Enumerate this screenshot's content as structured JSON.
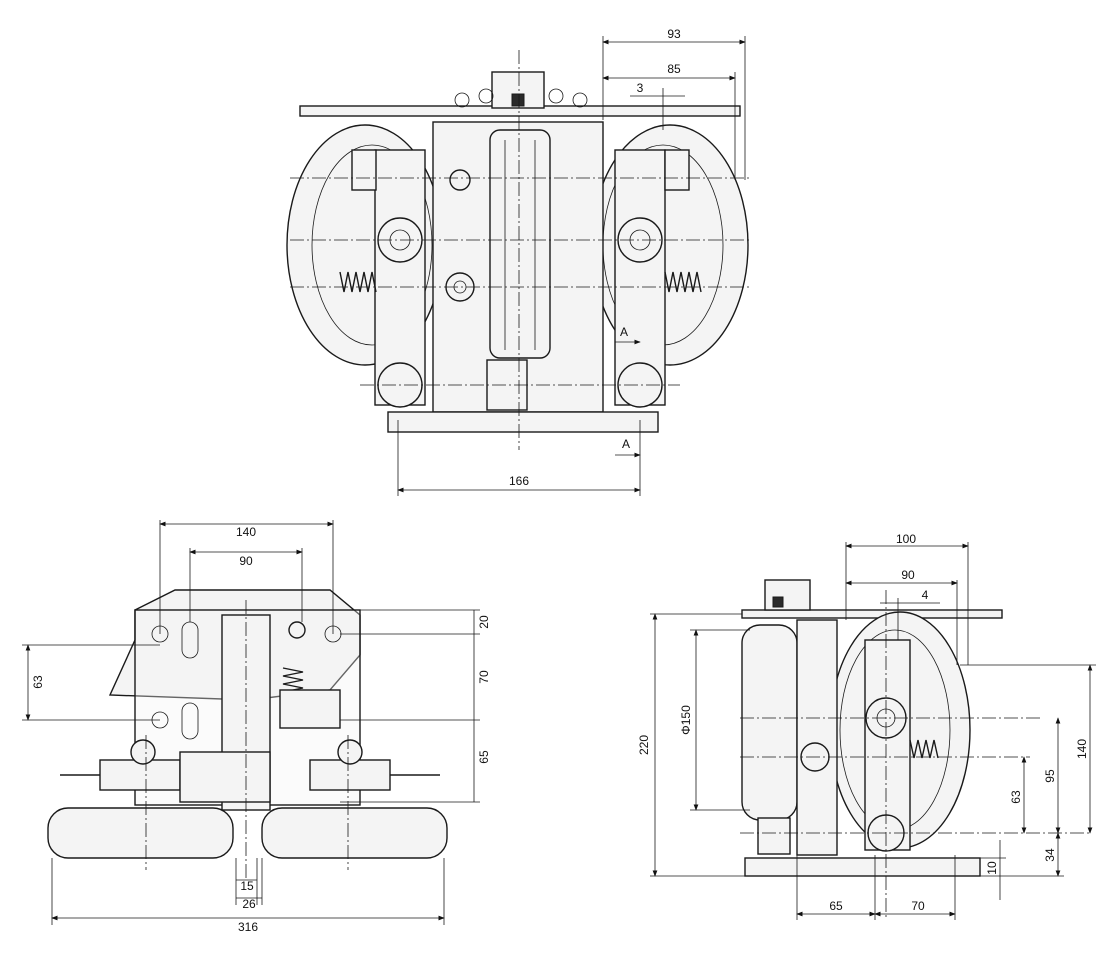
{
  "colors": {
    "line": "#1a1a1a",
    "background": "#ffffff"
  },
  "views": {
    "top": {
      "dims": {
        "w93": "93",
        "w85": "85",
        "w3": "3",
        "w166": "166",
        "sectionA1": "A",
        "sectionA2": "A"
      }
    },
    "front": {
      "dims": {
        "w140": "140",
        "w90": "90",
        "h63": "63",
        "h20": "20",
        "h70": "70",
        "h65": "65",
        "w15": "15",
        "w26": "26",
        "w316": "316"
      }
    },
    "side": {
      "dims": {
        "w100": "100",
        "w90": "90",
        "w4": "4",
        "h220": "220",
        "dia": "Φ150",
        "h140": "140",
        "h95": "95",
        "h63": "63",
        "h34": "34",
        "h10": "10",
        "w65": "65",
        "w70": "70"
      }
    }
  }
}
